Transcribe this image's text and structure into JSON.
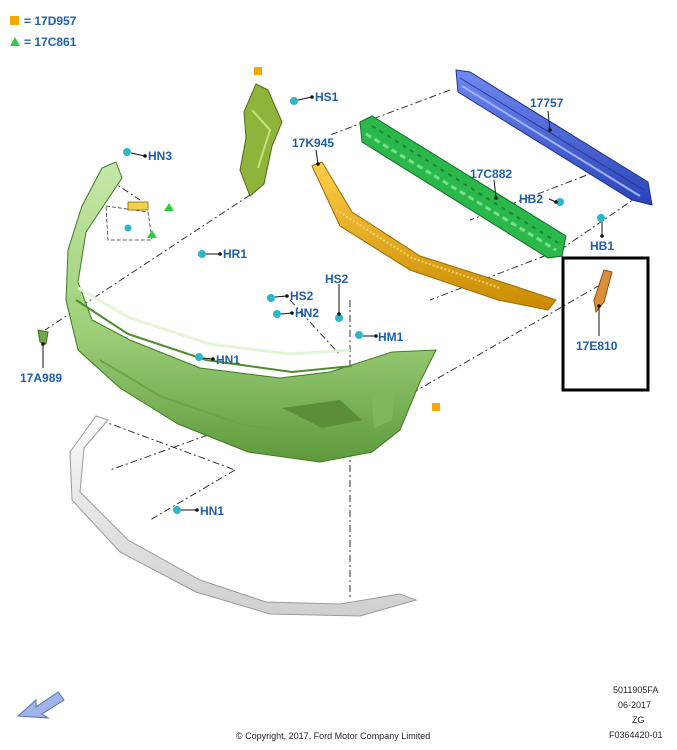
{
  "legend": {
    "square": {
      "symbol": "■",
      "label": "= 17D957",
      "color": "#f5a800"
    },
    "triangle": {
      "symbol": "▲",
      "label": "= 17C861",
      "color": "#2ecc40"
    }
  },
  "callouts": {
    "hs1": "HS1",
    "p17757": "17757",
    "p17k945": "17K945",
    "hn3": "HN3",
    "p17c882": "17C882",
    "hb2": "HB2",
    "hb1": "HB1",
    "hr1": "HR1",
    "hs2": "HS2",
    "hs2b": "HS2",
    "hn2": "HN2",
    "hm1": "HM1",
    "p17e810": "17E810",
    "p17a989": "17A989",
    "hn1a": "HN1",
    "hn1b": "HN1"
  },
  "footer": {
    "code": "5011905FA",
    "date": "06-2017",
    "region": "ZG",
    "figure": "F0364420-01",
    "copyright": "© Copyright, 2017, Ford Motor Company Limited"
  },
  "colors": {
    "bumper": "#9ed07a",
    "bumper_dark": "#5e9a3c",
    "absorber": "#2bb84a",
    "beam": "#3f5fd8",
    "grille": "#e8a400",
    "lip": "#e9e9e9",
    "label": "#1f5fa8",
    "fastener": "#2ab7c9"
  }
}
